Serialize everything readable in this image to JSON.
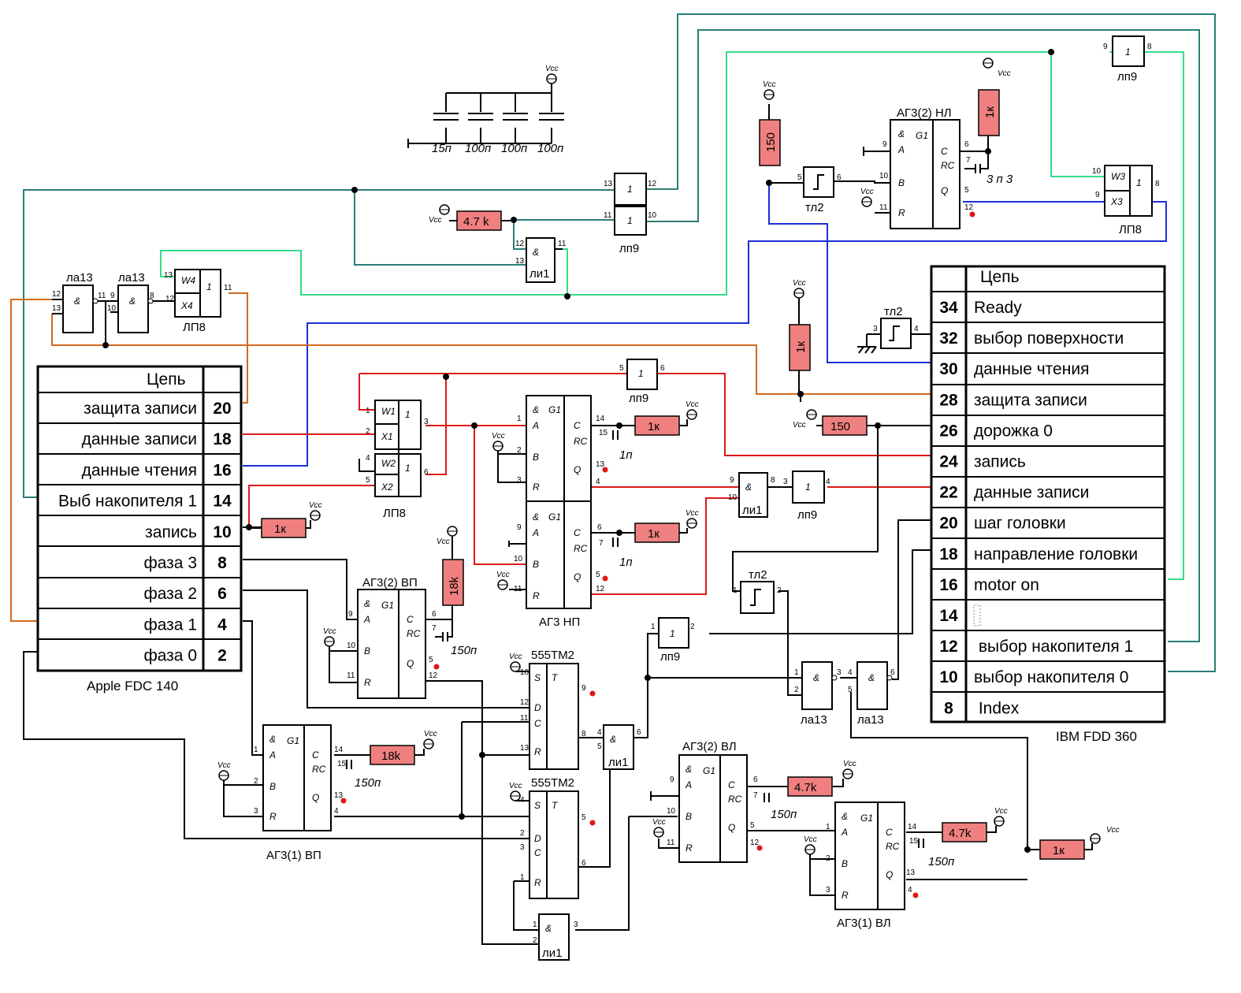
{
  "left_table": {
    "title": "Apple FDC 140",
    "header": "Цепь",
    "rows": [
      {
        "label": "защита записи",
        "pin": "20"
      },
      {
        "label": "данные записи",
        "pin": "18"
      },
      {
        "label": "данные чтения",
        "pin": "16"
      },
      {
        "label": "Выб накопителя 1",
        "pin": "14"
      },
      {
        "label": "запись",
        "pin": "10"
      },
      {
        "label": "фаза 3",
        "pin": "8"
      },
      {
        "label": "фаза 2",
        "pin": "6"
      },
      {
        "label": "фаза 1",
        "pin": "4"
      },
      {
        "label": "фаза 0",
        "pin": "2"
      }
    ]
  },
  "right_table": {
    "title": "IBM FDD 360",
    "header": "Цепь",
    "rows": [
      {
        "pin": "34",
        "label": "Ready",
        "highlight": true
      },
      {
        "pin": "32",
        "label": "выбор поверхности"
      },
      {
        "pin": "30",
        "label": "данные чтения"
      },
      {
        "pin": "28",
        "label": "защита записи"
      },
      {
        "pin": "26",
        "label": "дорожка 0"
      },
      {
        "pin": "24",
        "label": "запись"
      },
      {
        "pin": "22",
        "label": "данные записи"
      },
      {
        "pin": "20",
        "label": "шаг головки"
      },
      {
        "pin": "18",
        "label": "направление головки"
      },
      {
        "pin": "16",
        "label": "motor on"
      },
      {
        "pin": "14",
        "label": "",
        "highlight": true
      },
      {
        "pin": "12",
        "label": " выбор накопителя 1"
      },
      {
        "pin": "10",
        "label": "выбор накопителя 0"
      },
      {
        "pin": "8",
        "label": " Index",
        "highlight": true
      }
    ]
  },
  "chips": {
    "la13_a": "ла13",
    "la13_b": "ла13",
    "lp8_top": "ЛП8",
    "lp9_top": "лп9",
    "li1_top": "ли1",
    "tl2_top": "тл2",
    "ag3_nl": "АГ3(2) НЛ",
    "lp9_right": "лп9",
    "lp8_right": "ЛП8",
    "tl2_table": "тл2",
    "lp9_mid": "лп9",
    "lp8_mid": "ЛП8",
    "ag3_np": "АГ3  НП",
    "li1_mid": "ли1",
    "lp9_mid2": "лп9",
    "tl2_mid": "тл2",
    "ag3_vp2": "АГ3(2) ВП",
    "tm2_a": "555ТМ2",
    "tm2_b": "555ТМ2",
    "lp9_low": "лп9",
    "la13_c": "ла13",
    "la13_d": "ла13",
    "ag3_vp1": "АГ3(1) ВП",
    "li1_low": "ли1",
    "ag3_vl2": "АГ3(2) ВЛ",
    "ag3_vl1": "АГ3(1) ВЛ",
    "li1_bot": "ли1"
  },
  "resistors": {
    "r_150_top": "150",
    "r_1k_top": "1к",
    "r_47k_top": "4.7 k",
    "r_1k_mid": "1к",
    "r_150_mid": "150",
    "r_1k_a": "1к",
    "r_1k_b": "1к",
    "r_1k_left": "1к",
    "r_18k_v": "18k",
    "r_18k_h": "18k",
    "r_47k_vl2": "4.7k",
    "r_47k_vl1": "4.7k",
    "r_1k_right": "1к"
  },
  "caps": {
    "c1": "15п",
    "c2": "100п",
    "c3": "100п",
    "c4": "100п",
    "c_nl": "3 п 3",
    "c_np1": "1п",
    "c_np2": "1п",
    "c_vp2": "150п",
    "c_vp1": "150п",
    "c_vl2": "150п",
    "c_vl1": "150п"
  },
  "vcc": "Vcc",
  "colors": {
    "teal": "#2a7f76",
    "green": "#33dd88",
    "blue": "#1a2fd6",
    "red": "#e01818",
    "orange": "#d2691e",
    "resistor": "#f08080"
  }
}
